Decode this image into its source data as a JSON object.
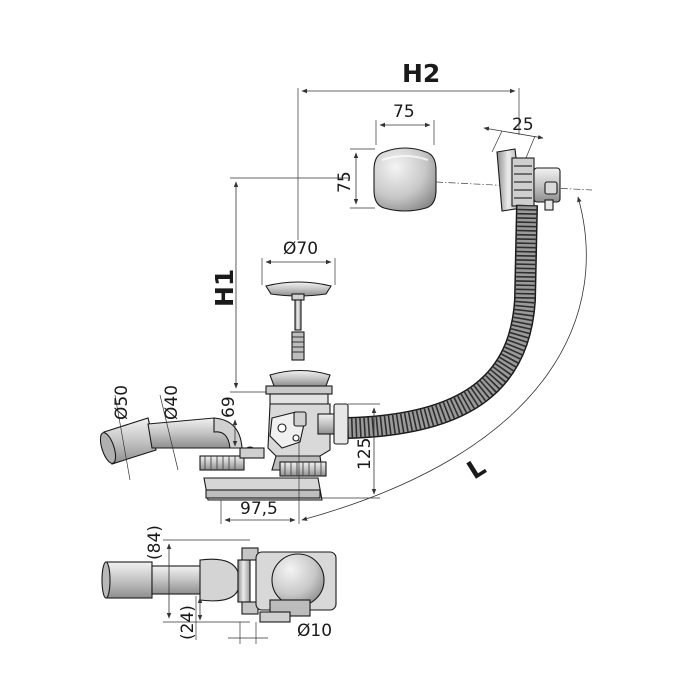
{
  "drawing": {
    "label_H2": "H2",
    "label_H1": "H1",
    "label_L": "L",
    "dim_overflow_width": "75",
    "dim_overflow_height": "75",
    "dim_overflow_depth": "25",
    "dim_plug_diameter": "Ø70",
    "dim_outlet_diameter": "Ø50",
    "dim_pipe_diameter": "Ø40",
    "dim_trap_height": "69",
    "dim_waste_height": "125",
    "dim_waste_offset": "97,5",
    "dim_top_width": "(84)",
    "dim_top_offset": "(24)",
    "dim_top_diameter": "Ø10"
  },
  "colors": {
    "line": "#1a1a1a",
    "metal_light": "#e4e4e4",
    "metal_mid": "#b5b5b5",
    "metal_dark": "#8a8a8a",
    "hose": "#8c8c8c"
  }
}
